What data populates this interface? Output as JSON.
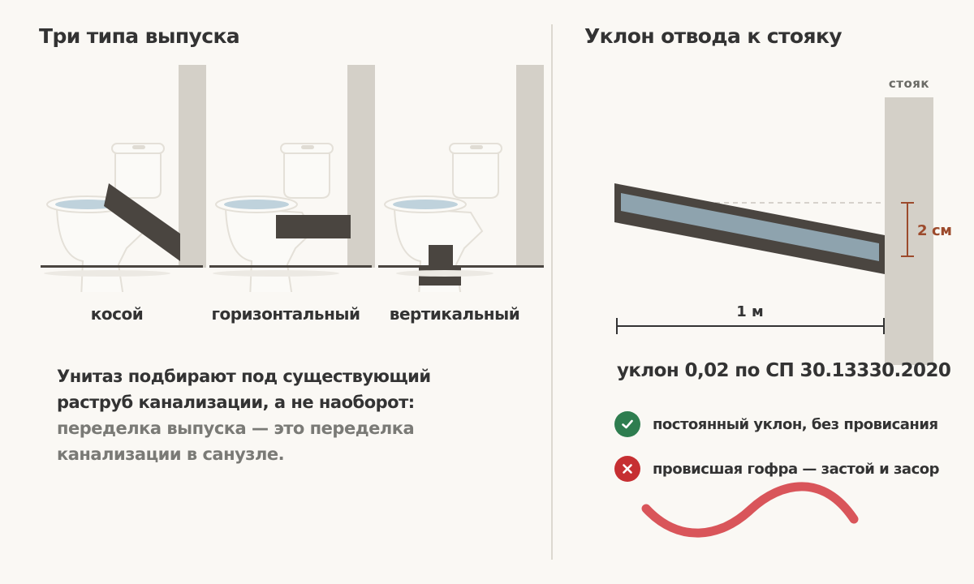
{
  "left_panel": {
    "title": "Три типа выпуска",
    "variants": [
      {
        "label": "косой"
      },
      {
        "label": "горизонтальный"
      },
      {
        "label": "вертикальный"
      }
    ],
    "note": {
      "emphasis": "Унитаз подбирают под существующий раструб канализации, а не наоборот:",
      "muted": "переделка выпуска — это переделка канализации в санузле."
    }
  },
  "right_panel": {
    "title": "Уклон отвода к стояку",
    "riser_label": "стояк",
    "drop_label": "2 см",
    "length_label": "1 м",
    "slope_caption": "уклон 0,02 по СП 30.13330.2020",
    "checks": [
      {
        "status": "ok",
        "text": "постоянный уклон, без провисания"
      },
      {
        "status": "bad",
        "text": "провисшая гофра — застой и засор"
      }
    ]
  },
  "colors": {
    "background": "#faf8f4",
    "wall": "#d4d0c8",
    "pipe": "#4a4540",
    "water": "#8ea3ae",
    "toilet_stroke": "#e4e0d8",
    "accent_dimension": "#9c4a2c",
    "ok": "#2e7d4f",
    "bad": "#c62f32",
    "sag_curve": "#d9555a"
  }
}
